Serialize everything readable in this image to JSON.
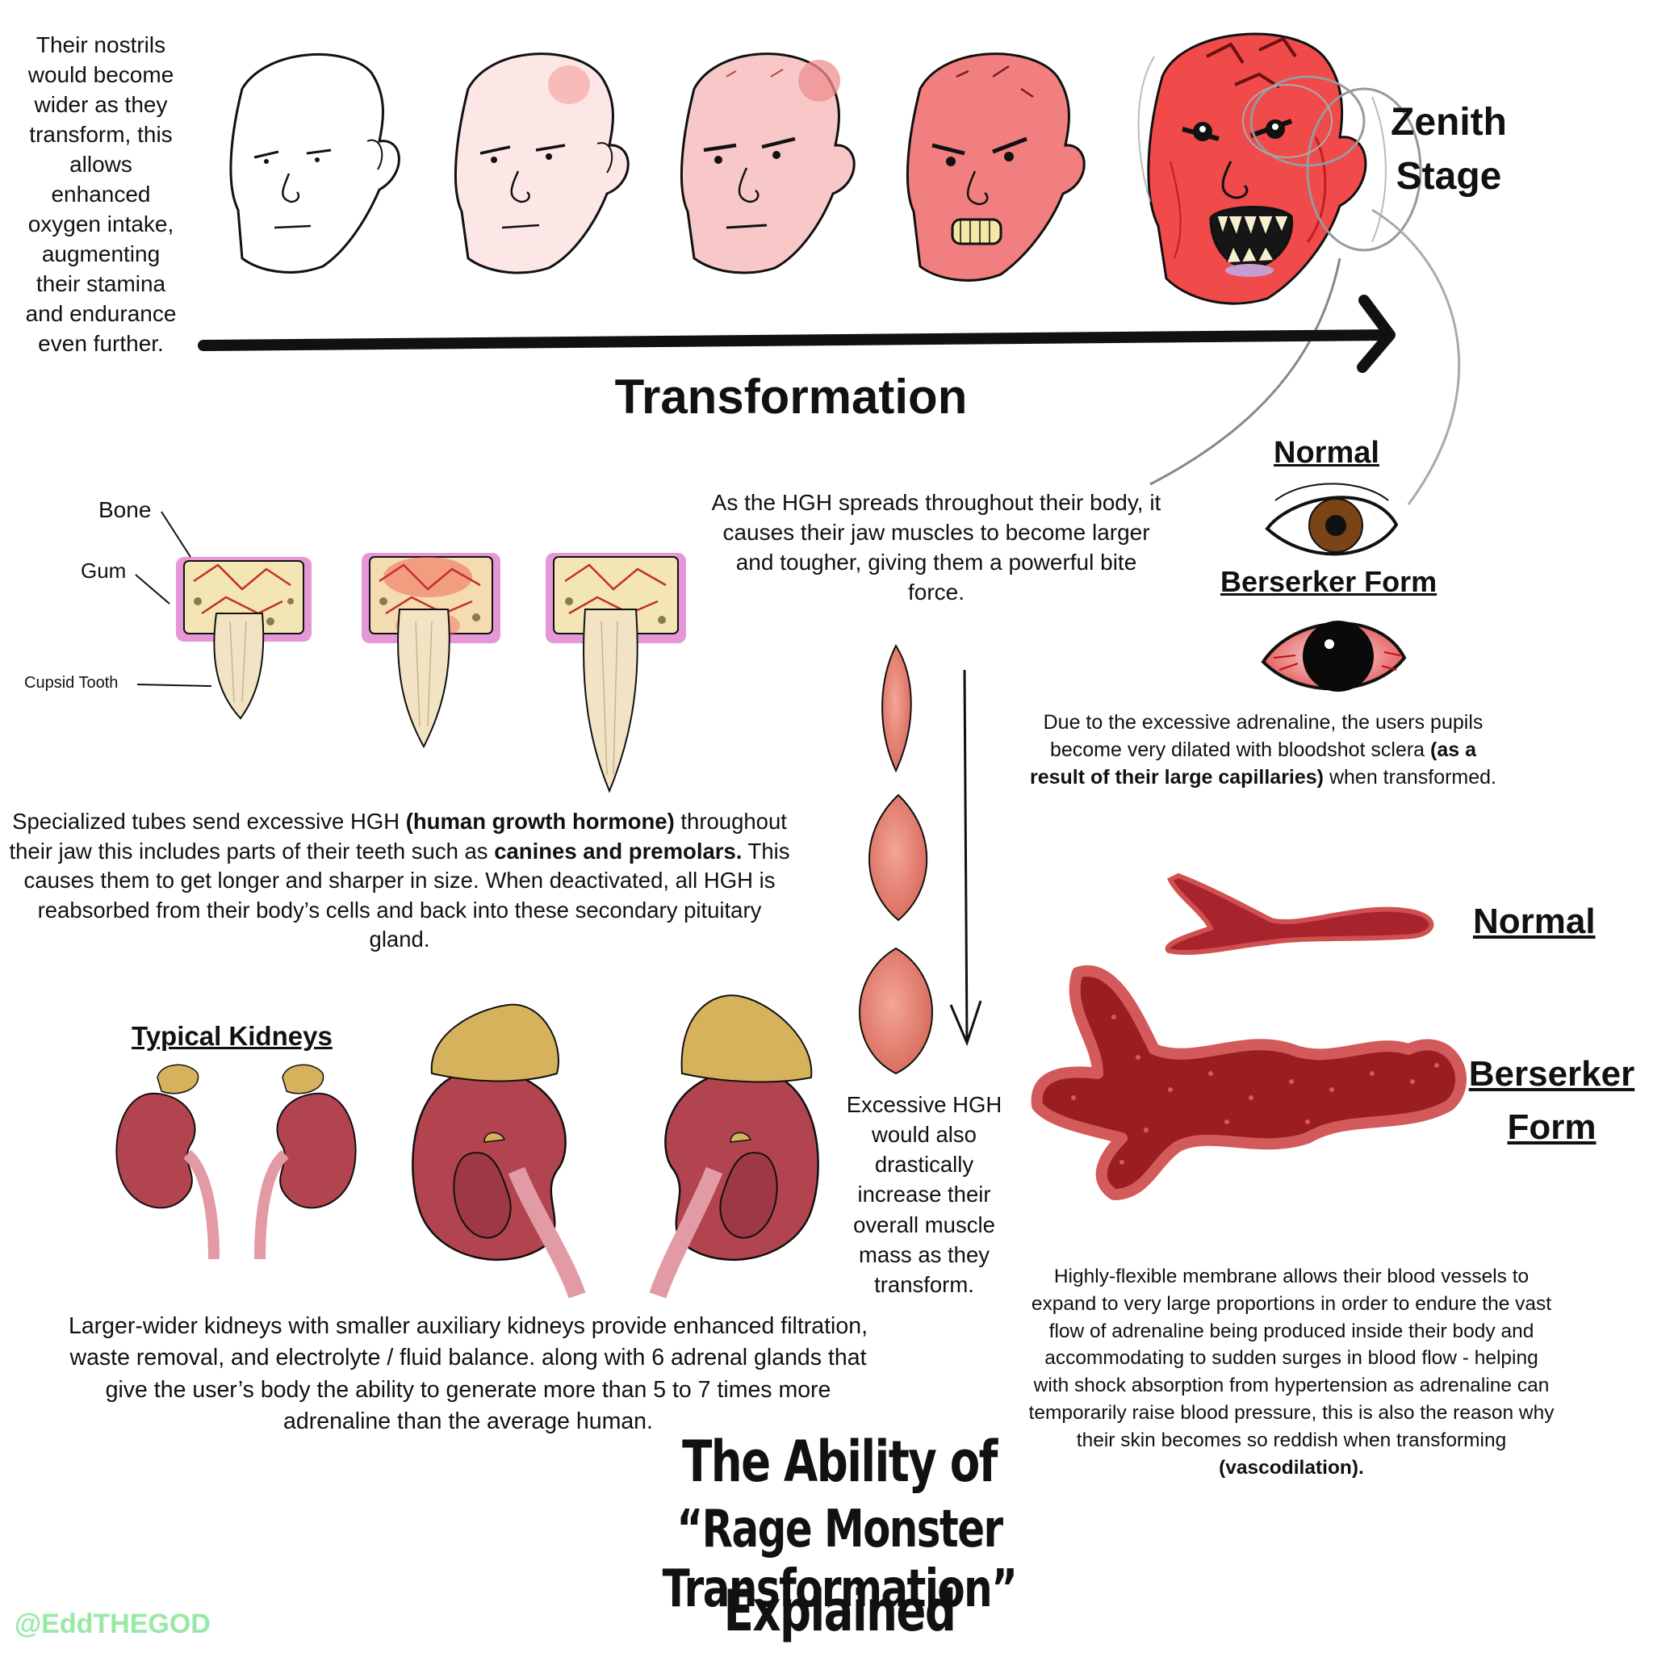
{
  "colors": {
    "skin": "#f3b3b3",
    "rage_red": "#ef4b4b",
    "vessel": "#b32c33",
    "kidney": "#b24a55",
    "adrenal": "#d7b25d",
    "watermark": "#98e9a5"
  },
  "nostrils_text": [
    "Their nostrils",
    "would become",
    "wider as they",
    "transform, this",
    "allows",
    "enhanced",
    "oxygen intake,",
    "augmenting",
    "their stamina",
    "and endurance",
    "even further."
  ],
  "transformation_label": "Transformation",
  "zenith_label": [
    "Zenith",
    "Stage"
  ],
  "jaw_text": [
    "As the HGH spreads throughout their body, it",
    "causes their jaw muscles to become larger",
    "and tougher, giving them a powerful bite",
    "force."
  ],
  "eyes": {
    "normal_label": "Normal",
    "berserker_label": "Berserker Form",
    "caption": [
      "Due to the excessive adrenaline, the users pupils",
      "become very dilated with bloodshot sclera",
      "(as a",
      "result of their large capillaries)",
      "when transformed."
    ]
  },
  "teeth": {
    "bone_label": "Bone",
    "gum_label": "Gum",
    "tooth_label": "Cupsid Tooth"
  },
  "hgh_text": {
    "line1_a": "Specialized tubes send excessive HGH ",
    "line1_b": "(human growth hormone)",
    "line1_c": " throughout",
    "line2_a": "their jaw this includes parts of their teeth such as ",
    "line2_b": "canines and premolars.",
    "line2_c": " This",
    "line3": "causes them to get longer and sharper in size. When deactivated, all HGH is",
    "line4": "reabsorbed from their body’s cells and back into these secondary pituitary",
    "line5": "gland."
  },
  "muscle_text": [
    "Excessive HGH",
    "would also",
    "drastically",
    "increase their",
    "overall muscle",
    "mass as they",
    "transform."
  ],
  "vessels": {
    "normal_label": "Normal",
    "berserker_label": [
      "Berserker",
      "Form"
    ],
    "caption_lines": [
      "Highly-flexible membrane allows their blood vessels to",
      "expand to very large proportions in order to endure the vast",
      "flow of adrenaline being produced inside their body and",
      "accommodating to sudden surges in blood flow - helping",
      "with shock absorption from hypertension as adrenaline can",
      "temporarily raise blood pressure, this is also the reason why",
      "their skin becomes so reddish when transforming"
    ],
    "caption_bold": "(vascodilation)."
  },
  "kidneys": {
    "label": "Typical Kidneys",
    "caption": [
      "Larger-wider kidneys with smaller auxiliary kidneys provide enhanced filtration,",
      "waste removal, and electrolyte / fluid balance. along with 6 adrenal glands that",
      "give the user’s body the ability to generate more than 5 to 7 times more",
      "adrenaline than the average human."
    ]
  },
  "title": [
    "The Ability of",
    "“Rage Monster Transformation”",
    "Explained"
  ],
  "watermark": "@EddTHEGOD"
}
